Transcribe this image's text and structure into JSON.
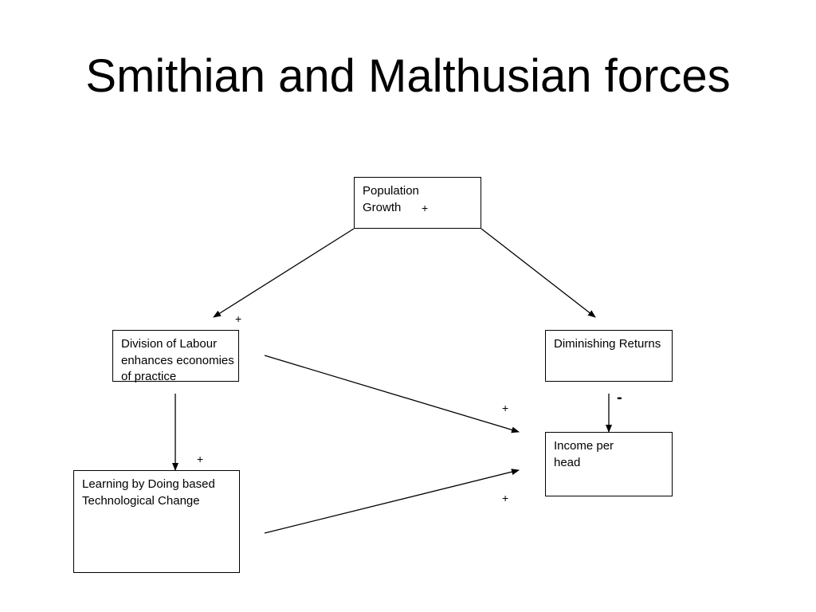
{
  "title": "Smithian and Malthusian forces",
  "nodes": {
    "population": "Population Growth",
    "division": "Division of Labour enhances economies of practice",
    "diminishing": "Diminishing Returns",
    "learning": "Learning by Doing based Technological Change",
    "income": "Income per head"
  },
  "signs": {
    "population_plus": "+",
    "to_division": "+",
    "division_to_income": "+",
    "division_to_learning": "+",
    "learning_to_income": "+",
    "diminishing_to_income": "-"
  },
  "colors": {
    "line": "#000000",
    "background": "#ffffff",
    "text": "#000000"
  }
}
